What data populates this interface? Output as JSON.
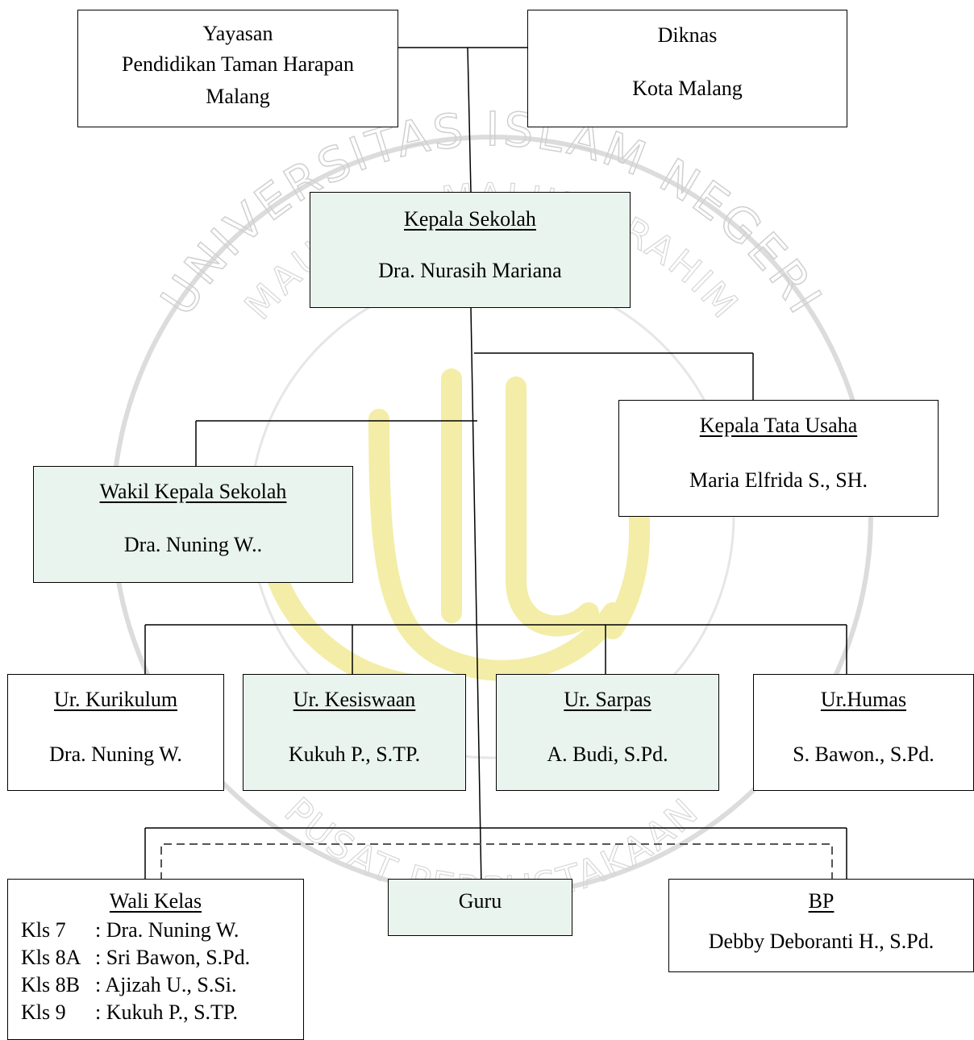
{
  "colors": {
    "box_fill": "#eaf4ee",
    "line": "#000000",
    "watermark": "#dcdcdc",
    "calligraphy": "#f3eda7"
  },
  "watermark": {
    "outer_text": "UNIVERSITAS ISLAM NEGERI",
    "inner_text": "MAULANA MALIK IBRAHIM",
    "bottom_text": "PUSAT PERPUSTAKAAN"
  },
  "nodes": {
    "yayasan": {
      "lines": [
        "Yayasan",
        "Pendidikan Taman Harapan",
        "Malang"
      ]
    },
    "diknas": {
      "lines": [
        "Diknas",
        "Kota Malang"
      ]
    },
    "kepala_sekolah": {
      "title": "Kepala Sekolah",
      "name": "Dra. Nurasih Mariana"
    },
    "kepala_tu": {
      "title": "Kepala Tata Usaha",
      "name": "Maria Elfrida S., SH."
    },
    "wakil": {
      "title": "Wakil Kepala Sekolah",
      "name": "Dra. Nuning W.."
    },
    "kurikulum": {
      "title": "Ur. Kurikulum",
      "name": "Dra. Nuning W."
    },
    "kesiswaan": {
      "title": "Ur. Kesiswaan",
      "name": "Kukuh P., S.TP."
    },
    "sarpas": {
      "title": "Ur. Sarpas",
      "name": "A. Budi, S.Pd."
    },
    "humas": {
      "title": "Ur.Humas",
      "name": "S. Bawon., S.Pd."
    },
    "wali_kelas": {
      "title": "Wali Kelas",
      "rows": [
        {
          "kls": "Kls 7",
          "name": ": Dra. Nuning W."
        },
        {
          "kls": "Kls 8A",
          "name": ": Sri Bawon, S.Pd."
        },
        {
          "kls": "Kls 8B",
          "name": ": Ajizah U., S.Si."
        },
        {
          "kls": "Kls 9",
          "name": ": Kukuh P., S.TP."
        }
      ]
    },
    "guru": {
      "title": "Guru"
    },
    "bp": {
      "title": "BP",
      "name": "Debby Deboranti H., S.Pd."
    }
  }
}
